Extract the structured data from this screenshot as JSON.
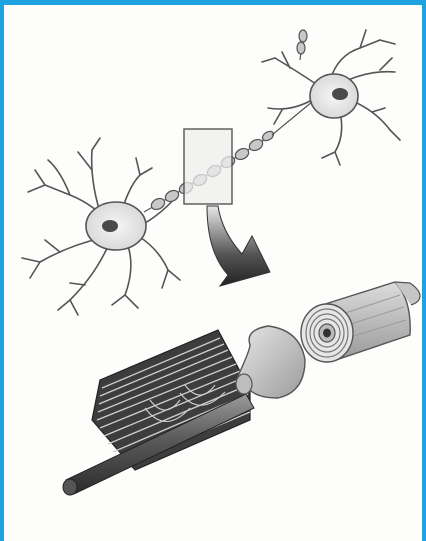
{
  "figure": {
    "frame_color": "#1fa3e0",
    "background_color": "#fdfdfc",
    "ink_color": "#3a3a3a",
    "parts": [
      "neuron-left",
      "neuron-right",
      "myelinated-axon",
      "zoom-window",
      "magnify-arrow",
      "myelin-sheath-wrap",
      "axon-core",
      "node-bulb",
      "myelin-cylinder-cross-section"
    ]
  }
}
